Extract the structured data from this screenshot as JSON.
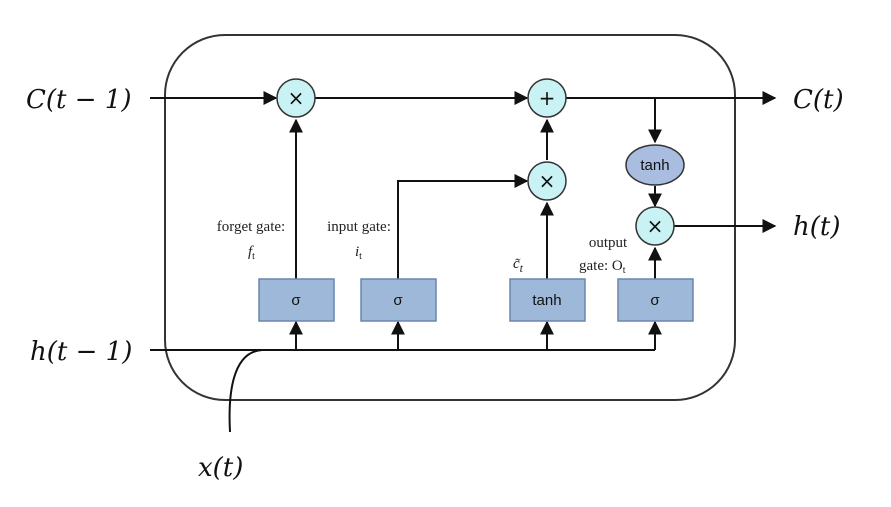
{
  "inputs": {
    "cell_prev": "C(t − 1)",
    "hidden_prev": "h(t − 1)",
    "x": "x(t)"
  },
  "outputs": {
    "cell": "C(t)",
    "hidden": "h(t)"
  },
  "gates": {
    "forget": {
      "label": "forget gate:",
      "symbol": "f",
      "sub": "t",
      "activation": "σ"
    },
    "input": {
      "label": "input gate:",
      "symbol": "i",
      "sub": "t",
      "activation": "σ"
    },
    "candidate": {
      "symbol": "c̃",
      "sub": "t",
      "activation": "tanh"
    },
    "output": {
      "label_line1": "output",
      "label_line2": "gate: O",
      "sub": "t",
      "activation": "σ"
    }
  },
  "operators": {
    "multiply": "×",
    "add": "+",
    "tanh": "tanh"
  },
  "colors": {
    "operator_fill": "#c8f2f4",
    "gate_box_fill": "#9db8d8",
    "tanh_node_fill": "#a9bde0",
    "cell_border": "#333333",
    "wire": "#111111"
  }
}
